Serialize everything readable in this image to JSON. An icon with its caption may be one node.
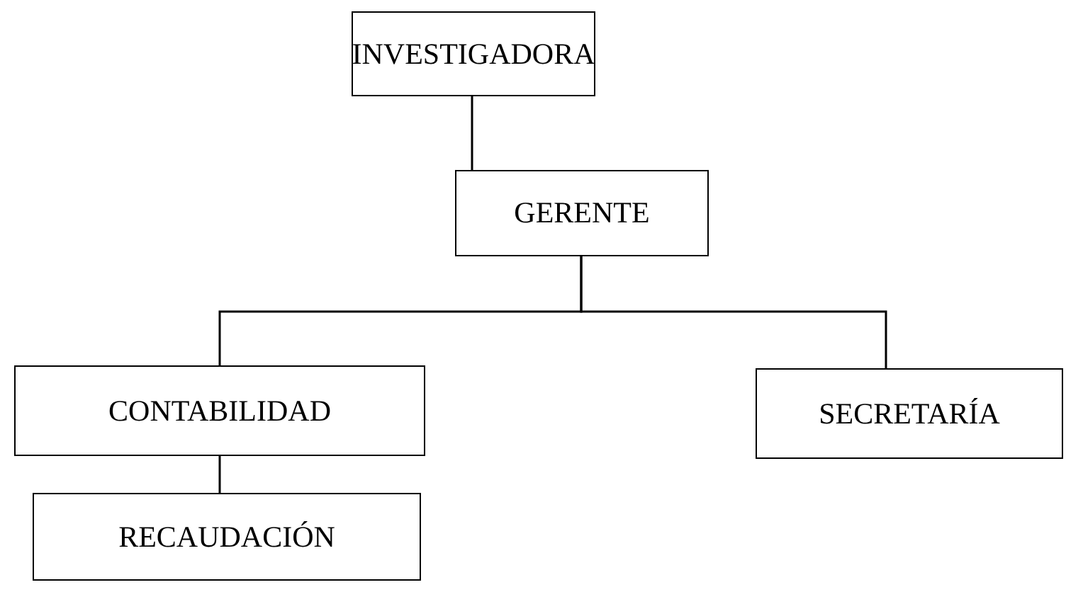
{
  "diagram": {
    "nodes": [
      {
        "text": [
          "INVESTIGADORA"
        ]
      },
      {
        "text": [
          "GERENTE"
        ]
      },
      {
        "text": [
          "CONTABILIDAD"
        ]
      },
      {
        "text": [
          "SECRETARÍA"
        ]
      },
      {
        "text": [
          "RECAUDACIÓN"
        ]
      }
    ],
    "edges": [
      {
        "from": 0,
        "to": 1,
        "arrow": "none"
      },
      {
        "from": 1,
        "to": 2,
        "arrow": "none"
      },
      {
        "from": 1,
        "to": 3,
        "arrow": "none"
      },
      {
        "from": 2,
        "to": 4,
        "arrow": "none"
      }
    ]
  }
}
